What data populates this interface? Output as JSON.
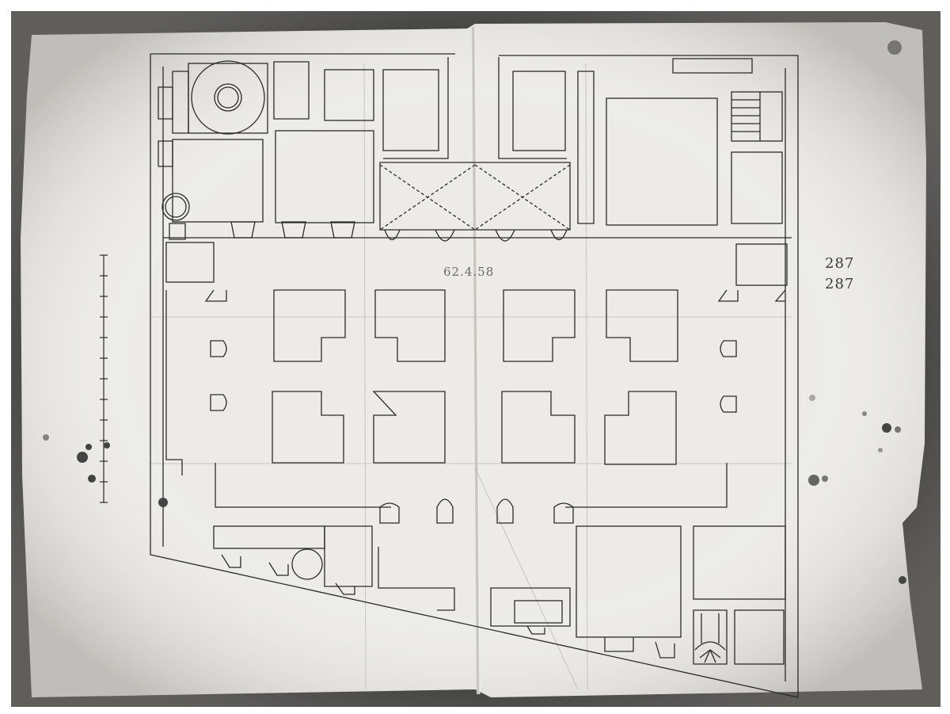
{
  "sheet": {
    "paper_color": "#ecebe7",
    "mount_color": "#151515",
    "ink_color": "#2a2a2a"
  },
  "annotations": {
    "catalog_note": "62.4.58",
    "sheet_number_1": "287",
    "sheet_number_2": "287"
  },
  "scale_bar": {
    "tick_count": 12
  }
}
